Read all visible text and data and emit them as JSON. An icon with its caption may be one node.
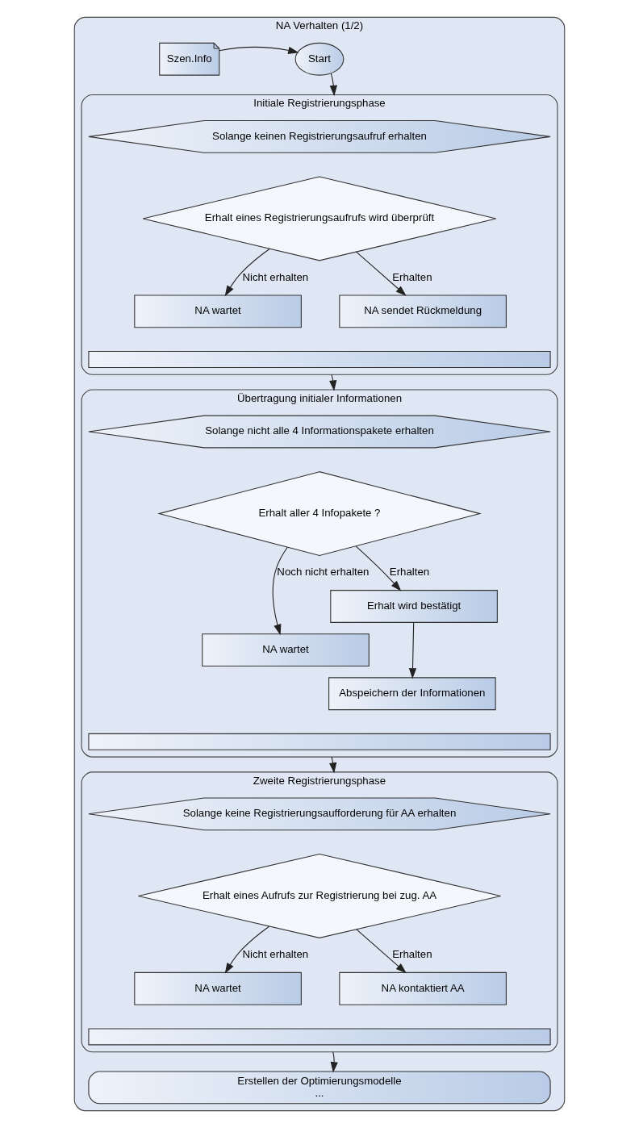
{
  "diagram": {
    "nodes": [
      {
        "text": [
          "NA Verhalten (1/2)"
        ]
      },
      {
        "text": [
          "Szen.Info"
        ],
        "in": 0
      },
      {
        "text": [
          "Start"
        ],
        "in": 0
      },
      {
        "text": [
          "Initiale Registrierungsphase"
        ],
        "in": 0
      },
      {
        "text": [
          "Solange keinen Registrierungsaufruf erhalten"
        ],
        "in": 3
      },
      {
        "text": [
          "Erhalt eines Registrierungsaufrufs wird überprüft"
        ],
        "in": 3
      },
      {
        "text": [
          "NA wartet"
        ],
        "in": 3
      },
      {
        "text": [
          "NA sendet Rückmeldung"
        ],
        "in": 3
      },
      {
        "text": [],
        "shape": "box",
        "in": 3
      },
      {
        "text": [
          "Übertragung initialer Informationen"
        ],
        "in": 0
      },
      {
        "text": [
          "Solange nicht alle 4 Informationspakete erhalten"
        ],
        "in": 9
      },
      {
        "text": [
          "Erhalt aller 4 Infopakete ?"
        ],
        "in": 9
      },
      {
        "text": [
          "NA wartet"
        ],
        "in": 9
      },
      {
        "text": [
          "Erhalt wird bestätigt"
        ],
        "in": 9
      },
      {
        "text": [
          "Abspeichern der Informationen"
        ],
        "in": 9
      },
      {
        "text": [],
        "shape": "box",
        "in": 9
      },
      {
        "text": [
          "Zweite Registrierungsphase"
        ],
        "in": 0
      },
      {
        "text": [
          "Solange keine Registrierungsaufforderung für AA erhalten"
        ],
        "in": 16
      },
      {
        "text": [
          "Erhalt eines Aufrufs zur Registrierung bei zug. AA"
        ],
        "in": 16
      },
      {
        "text": [
          "NA wartet"
        ],
        "in": 16
      },
      {
        "text": [
          "NA kontaktiert AA"
        ],
        "in": 16
      },
      {
        "text": [],
        "shape": "box",
        "in": 16
      },
      {
        "text": [
          "Erstellen der Optimierungsmodelle",
          "..."
        ],
        "in": 0
      }
    ],
    "edges": [
      {
        "from": 1,
        "to": 2,
        "arrow": "to"
      },
      {
        "from": 2,
        "to": 3,
        "arrow": "to"
      },
      {
        "from": 5,
        "to": 6,
        "arrow": "to",
        "label": "Nicht erhalten"
      },
      {
        "from": 5,
        "to": 7,
        "arrow": "to",
        "label": "Erhalten"
      },
      {
        "from": 3,
        "to": 9,
        "arrow": "to"
      },
      {
        "from": 11,
        "to": 12,
        "arrow": "to",
        "label": "Noch nicht erhalten"
      },
      {
        "from": 11,
        "to": 13,
        "arrow": "to",
        "label": "Erhalten"
      },
      {
        "from": 13,
        "to": 14,
        "arrow": "to"
      },
      {
        "from": 9,
        "to": 16,
        "arrow": "to"
      },
      {
        "from": 18,
        "to": 19,
        "arrow": "to",
        "label": "Nicht erhalten"
      },
      {
        "from": 18,
        "to": 20,
        "arrow": "to",
        "label": "Erhalten"
      },
      {
        "from": 16,
        "to": 22,
        "arrow": "to"
      }
    ]
  }
}
